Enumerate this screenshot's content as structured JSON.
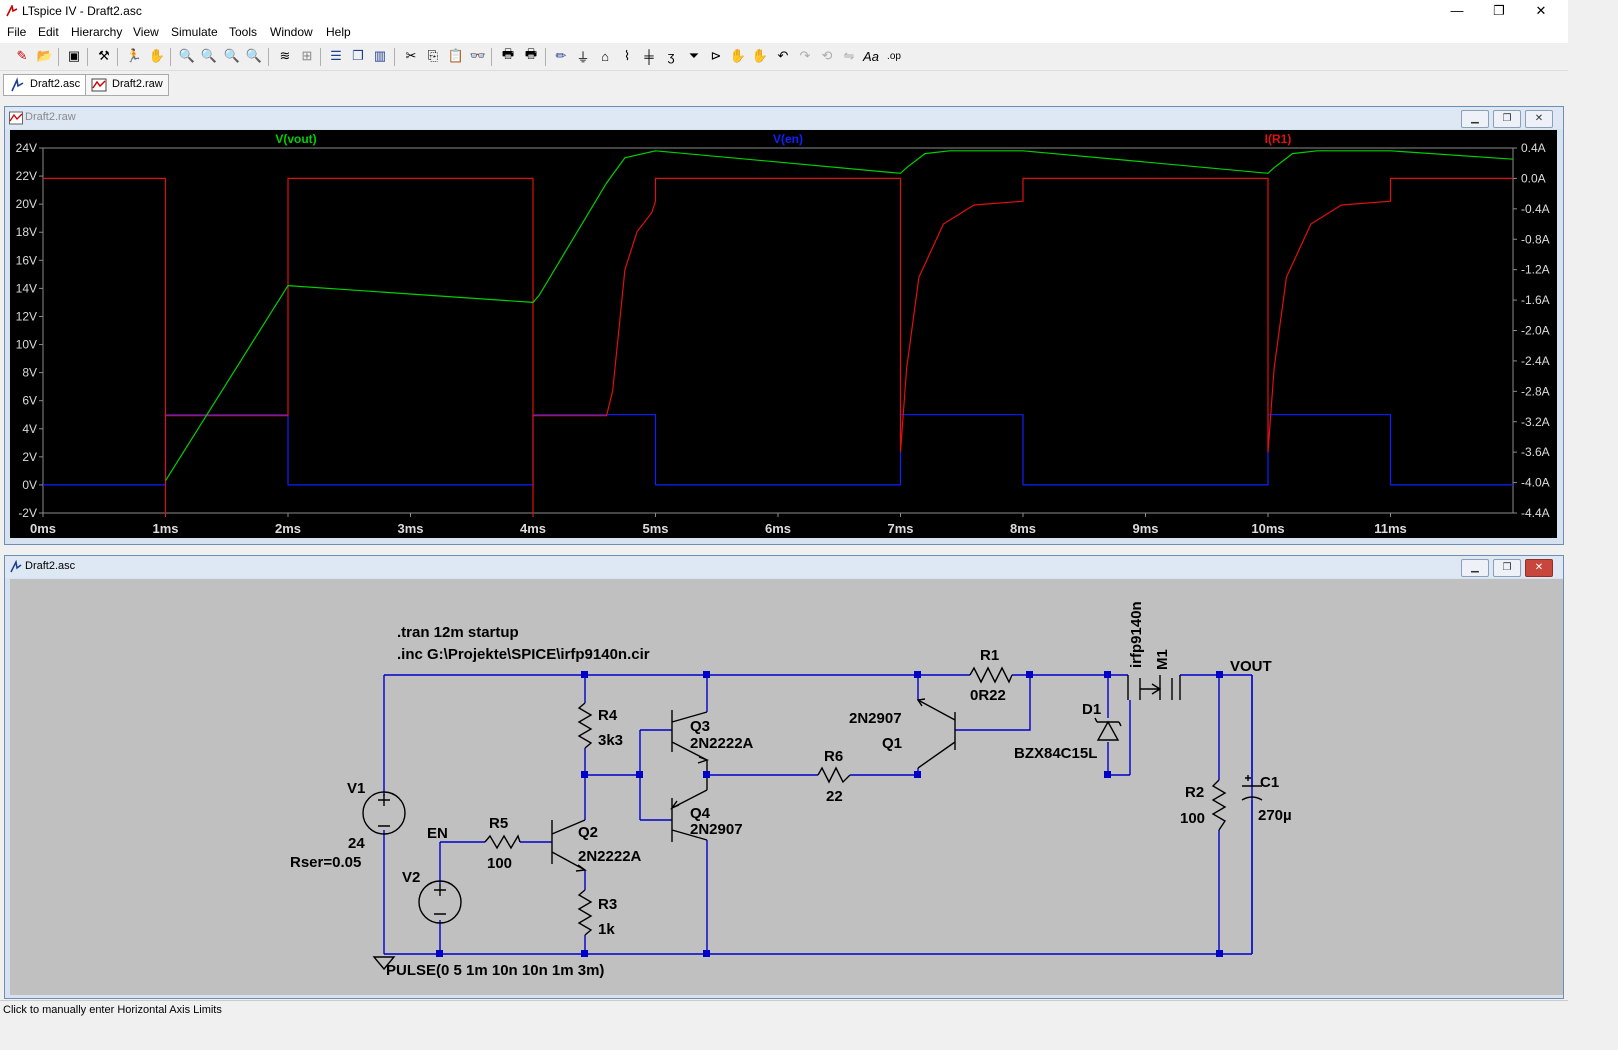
{
  "window": {
    "title": "LTspice IV - Draft2.asc",
    "minimize": "—",
    "maximize": "❐",
    "close": "✕"
  },
  "menu": [
    "File",
    "Edit",
    "Hierarchy",
    "View",
    "Simulate",
    "Tools",
    "Window",
    "Help"
  ],
  "toolbar_icons": [
    "new-schematic-icon",
    "open-icon",
    "save-icon",
    "control-panel-icon",
    "run-icon",
    "halt-icon",
    "zoom-in-icon",
    "zoom-area-icon",
    "zoom-out-icon",
    "zoom-full-icon",
    "autorange-icon",
    "grid-icon",
    "tile-horizontal-icon",
    "cascade-icon",
    "tile-vertical-icon",
    "cut-icon",
    "copy-icon",
    "paste-icon",
    "find-icon",
    "print-setup-icon",
    "print-icon",
    "wire-icon",
    "ground-icon",
    "label-net-icon",
    "resistor-icon",
    "capacitor-icon",
    "inductor-icon",
    "diode-icon",
    "component-icon",
    "move-icon",
    "drag-icon",
    "undo-icon",
    "redo-icon",
    "rotate-icon",
    "mirror-icon",
    "text-icon",
    "spice-directive-icon"
  ],
  "tabs": [
    {
      "label": "Draft2.asc",
      "icon": "schematic-icon"
    },
    {
      "label": "Draft2.raw",
      "icon": "waveform-icon"
    }
  ],
  "waveform_window": {
    "title": "Draft2.raw",
    "traces": [
      {
        "label": "V(vout)",
        "color": "#00d000"
      },
      {
        "label": "V(en)",
        "color": "#1020ff"
      },
      {
        "label": "I(R1)",
        "color": "#e01010"
      }
    ],
    "y_left_ticks": [
      "24V",
      "22V",
      "20V",
      "18V",
      "16V",
      "14V",
      "12V",
      "10V",
      "8V",
      "6V",
      "4V",
      "2V",
      "0V",
      "-2V"
    ],
    "y_right_ticks": [
      "0.4A",
      "0.0A",
      "-0.4A",
      "-0.8A",
      "-1.2A",
      "-1.6A",
      "-2.0A",
      "-2.4A",
      "-2.8A",
      "-3.2A",
      "-3.6A",
      "-4.0A",
      "-4.4A"
    ],
    "x_ticks": [
      "0ms",
      "1ms",
      "2ms",
      "3ms",
      "4ms",
      "5ms",
      "6ms",
      "7ms",
      "8ms",
      "9ms",
      "10ms",
      "11ms"
    ]
  },
  "chart_data": {
    "type": "line",
    "x_unit": "ms",
    "x_range": [
      0,
      12
    ],
    "y_left_range": [
      -2,
      24
    ],
    "y_right_range": [
      -4.4,
      0.4
    ],
    "series": [
      {
        "name": "V(vout)",
        "axis": "left",
        "color": "#00d000",
        "points": [
          [
            1,
            0.3
          ],
          [
            2,
            14.2
          ],
          [
            4,
            13.0
          ],
          [
            4.05,
            13.5
          ],
          [
            4.6,
            21.5
          ],
          [
            4.75,
            23.3
          ],
          [
            5,
            23.8
          ],
          [
            7,
            22.2
          ],
          [
            7.05,
            22.6
          ],
          [
            7.2,
            23.6
          ],
          [
            7.4,
            23.8
          ],
          [
            8,
            23.8
          ],
          [
            10,
            22.2
          ],
          [
            10.05,
            22.6
          ],
          [
            10.2,
            23.6
          ],
          [
            10.4,
            23.8
          ],
          [
            11,
            23.8
          ],
          [
            12,
            23.2
          ]
        ]
      },
      {
        "name": "V(en)",
        "axis": "left",
        "color": "#1020ff",
        "points": [
          [
            0,
            0
          ],
          [
            1,
            0
          ],
          [
            1,
            5
          ],
          [
            2,
            5
          ],
          [
            2,
            0
          ],
          [
            4,
            0
          ],
          [
            4,
            5
          ],
          [
            5,
            5
          ],
          [
            5,
            0
          ],
          [
            7,
            0
          ],
          [
            7,
            5
          ],
          [
            8,
            5
          ],
          [
            8,
            0
          ],
          [
            10,
            0
          ],
          [
            10,
            5
          ],
          [
            11,
            5
          ],
          [
            11,
            0
          ],
          [
            12,
            0
          ]
        ]
      },
      {
        "name": "I(R1)",
        "axis": "right",
        "color": "#e01010",
        "points": [
          [
            0,
            0
          ],
          [
            1,
            0
          ],
          [
            1,
            -4.45
          ],
          [
            1,
            -3.12
          ],
          [
            2,
            -3.12
          ],
          [
            2,
            0
          ],
          [
            4,
            0
          ],
          [
            4,
            -4.45
          ],
          [
            4,
            -3.12
          ],
          [
            4.6,
            -3.12
          ],
          [
            4.65,
            -2.8
          ],
          [
            4.7,
            -2.0
          ],
          [
            4.75,
            -1.2
          ],
          [
            4.85,
            -0.7
          ],
          [
            4.97,
            -0.45
          ],
          [
            5,
            -0.3
          ],
          [
            5,
            0
          ],
          [
            7,
            0
          ],
          [
            7,
            -3.6
          ],
          [
            7.05,
            -2.5
          ],
          [
            7.15,
            -1.3
          ],
          [
            7.35,
            -0.6
          ],
          [
            7.6,
            -0.35
          ],
          [
            8,
            -0.3
          ],
          [
            8,
            0
          ],
          [
            10,
            0
          ],
          [
            10,
            -3.6
          ],
          [
            10.05,
            -2.5
          ],
          [
            10.15,
            -1.3
          ],
          [
            10.35,
            -0.6
          ],
          [
            10.6,
            -0.35
          ],
          [
            11,
            -0.3
          ],
          [
            11,
            0
          ],
          [
            12,
            0
          ]
        ]
      }
    ]
  },
  "schematic_window": {
    "title": "Draft2.asc",
    "directives": [
      ".tran 12m startup",
      ".inc G:\\Projekte\\SPICE\\irfp9140n.cir"
    ],
    "labels": {
      "V1": "V1",
      "V1_value": "24",
      "V1_rser": "Rser=0.05",
      "V2": "V2",
      "V2_value": "PULSE(0 5 1m 10n 10n 1m 3m)",
      "EN": "EN",
      "R5": "R5",
      "R5_value": "100",
      "Q2": "Q2",
      "Q2_model": "2N2222A",
      "R4": "R4",
      "R4_value": "3k3",
      "R3": "R3",
      "R3_value": "1k",
      "Q3": "Q3",
      "Q3_model": "2N2222A",
      "Q4": "Q4",
      "Q4_model": "2N2907",
      "R6": "R6",
      "R6_value": "22",
      "Q1_model": "2N2907",
      "Q1": "Q1",
      "R1": "R1",
      "R1_value": "0R22",
      "D1": "D1",
      "D1_model": "BZX84C15L",
      "M1_model": "irfp9140n",
      "M1": "M1",
      "VOUT": "VOUT",
      "R2": "R2",
      "R2_value": "100",
      "C1": "C1",
      "C1_value": "270µ"
    }
  },
  "status": "Click to manually enter Horizontal Axis Limits"
}
